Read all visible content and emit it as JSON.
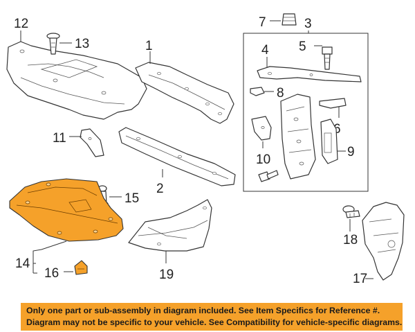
{
  "callouts": {
    "c1": "1",
    "c2": "2",
    "c3": "3",
    "c4": "4",
    "c5": "5",
    "c6": "6",
    "c7": "7",
    "c8": "8",
    "c9": "9",
    "c10": "10",
    "c11": "11",
    "c12": "12",
    "c13": "13",
    "c14": "14",
    "c15": "15",
    "c16": "16",
    "c17": "17",
    "c18": "18",
    "c19": "19"
  },
  "highlight_color": "#f5a12a",
  "notice": {
    "line1": "Only one part or sub-assembly in diagram included. See Item Specifics for Reference #.",
    "line2": "Diagram may not be specific to your vehicle. See Compatibility for vehicle-specific diagrams."
  }
}
